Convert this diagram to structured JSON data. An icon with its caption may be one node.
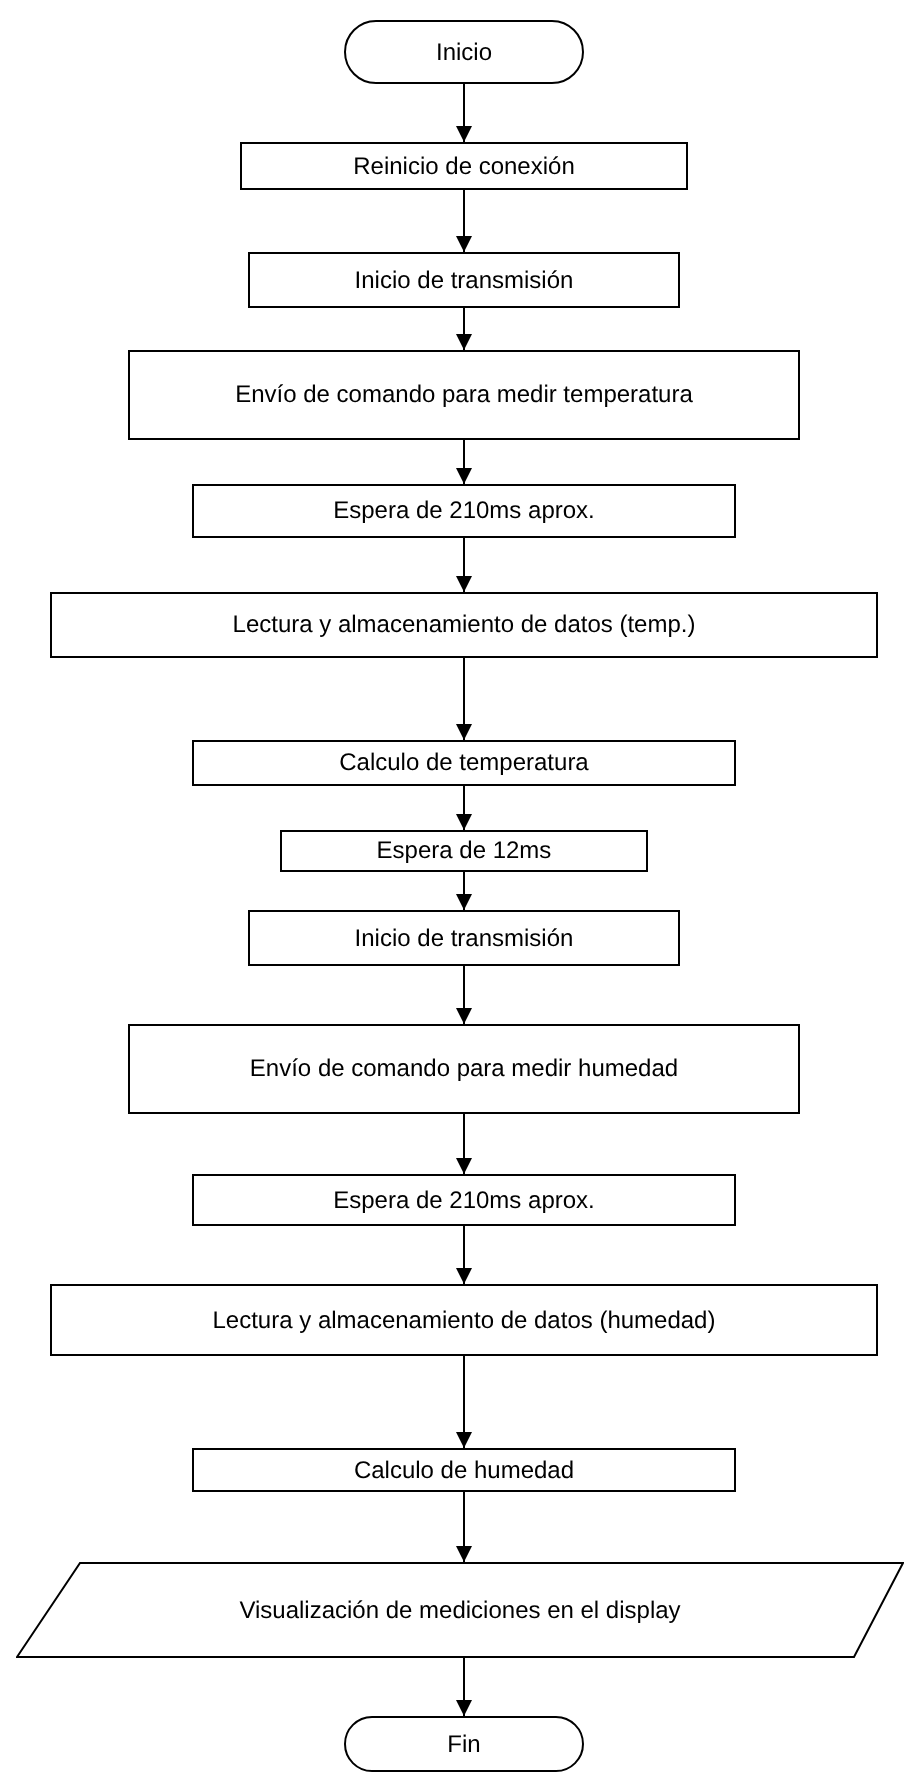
{
  "diagram": {
    "nodes": [
      {
        "text": [
          "Inicio"
        ]
      },
      {
        "text": [
          "Reinicio de conexión"
        ]
      },
      {
        "text": [
          "Inicio de transmisión"
        ]
      },
      {
        "text": [
          "Envío de comando para medir temperatura"
        ]
      },
      {
        "text": [
          "Espera de 210ms aprox."
        ]
      },
      {
        "text": [
          "Lectura y almacenamiento de datos (temp.)"
        ]
      },
      {
        "text": [
          "Calculo de temperatura"
        ]
      },
      {
        "text": [
          "Espera de 12ms"
        ]
      },
      {
        "text": [
          "Inicio de transmisión"
        ]
      },
      {
        "text": [
          "Envío de comando para medir humedad"
        ]
      },
      {
        "text": [
          "Espera de 210ms aprox."
        ]
      },
      {
        "text": [
          "Lectura y almacenamiento de datos (humedad)"
        ]
      },
      {
        "text": [
          "Calculo de humedad"
        ]
      },
      {
        "text": [
          "Visualización de mediciones en el display"
        ]
      },
      {
        "text": [
          "Fin"
        ]
      }
    ],
    "edges": [
      {
        "from": 0,
        "to": 1,
        "arrow": "to"
      },
      {
        "from": 1,
        "to": 2,
        "arrow": "to"
      },
      {
        "from": 2,
        "to": 3,
        "arrow": "to"
      },
      {
        "from": 3,
        "to": 4,
        "arrow": "to"
      },
      {
        "from": 4,
        "to": 5,
        "arrow": "to"
      },
      {
        "from": 5,
        "to": 6,
        "arrow": "to"
      },
      {
        "from": 6,
        "to": 7,
        "arrow": "to"
      },
      {
        "from": 7,
        "to": 8,
        "arrow": "to"
      },
      {
        "from": 8,
        "to": 9,
        "arrow": "to"
      },
      {
        "from": 9,
        "to": 10,
        "arrow": "to"
      },
      {
        "from": 10,
        "to": 11,
        "arrow": "to"
      },
      {
        "from": 11,
        "to": 12,
        "arrow": "to"
      },
      {
        "from": 12,
        "to": 13,
        "arrow": "to"
      },
      {
        "from": 13,
        "to": 14,
        "arrow": "to"
      }
    ]
  }
}
